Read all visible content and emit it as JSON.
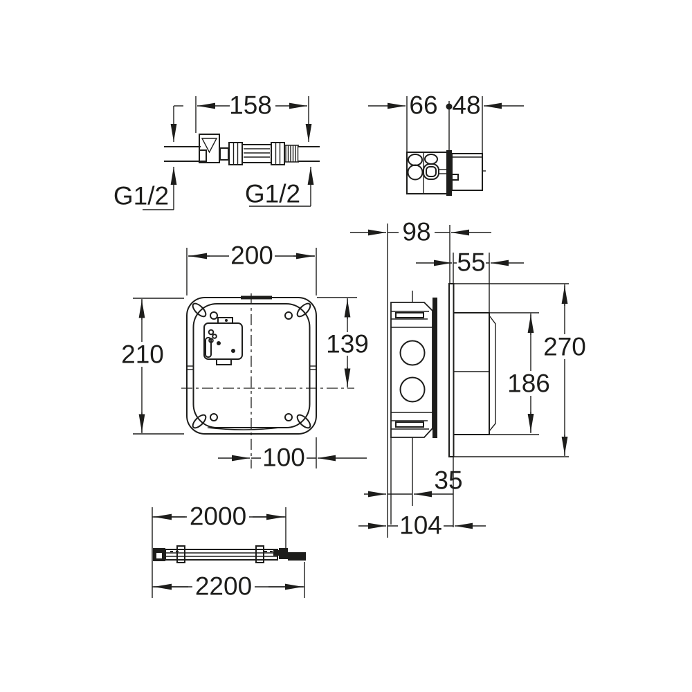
{
  "colors": {
    "line": "#1d1d1b",
    "background": "#ffffff"
  },
  "views": {
    "hose_fitting": {
      "dim_length": "158",
      "thread_inlet": "G1/2",
      "thread_outlet": "G1/2"
    },
    "junction_box_top": {
      "dim_depth_rear": "66",
      "dim_depth_front": "48"
    },
    "plate_front": {
      "dim_width": "200",
      "dim_height": "210",
      "dim_top_to_center": "139",
      "dim_center_to_edge": "100"
    },
    "assembly_side": {
      "dim_wall_to_plate": "98",
      "dim_front_depth": "55",
      "dim_cover_height": "270",
      "dim_body_height": "186",
      "dim_rear_offset": "35",
      "dim_total_depth": "104"
    },
    "cable": {
      "dim_inner_length": "2000",
      "dim_total_length": "2200"
    }
  }
}
